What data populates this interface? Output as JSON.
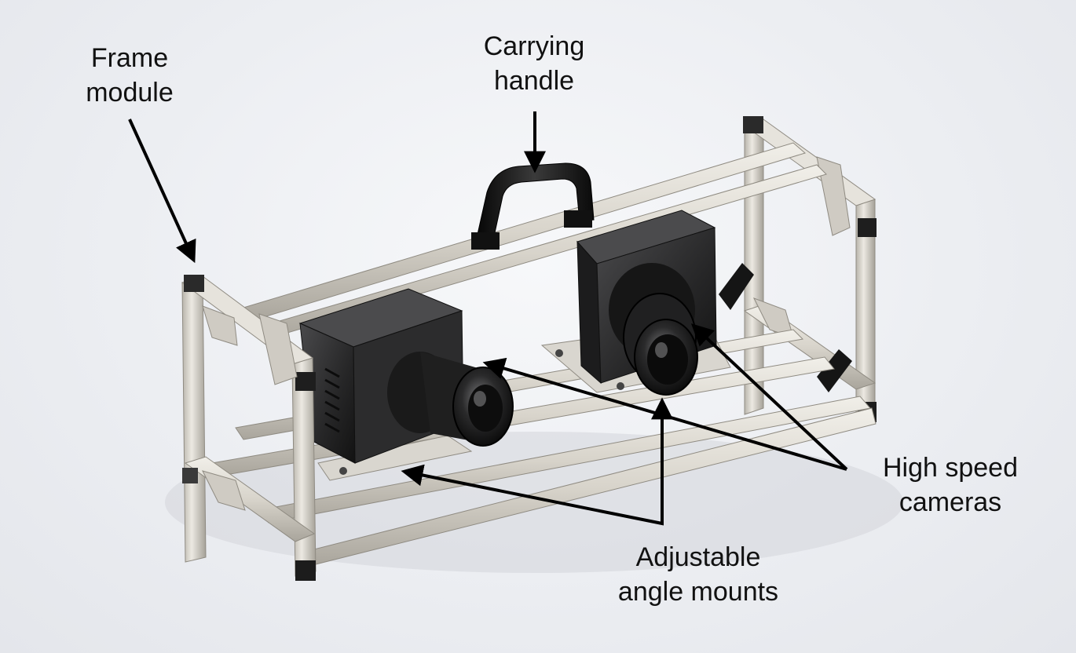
{
  "labels": {
    "frame_module": [
      "Frame",
      "module"
    ],
    "carrying_handle": [
      "Carrying",
      "handle"
    ],
    "high_speed_cameras": [
      "High speed",
      "cameras"
    ],
    "adjustable_angle_mounts": [
      "Adjustable",
      "angle mounts"
    ]
  },
  "colors": {
    "frame": "#dcd9d1",
    "frame_shadow": "#a8a49b",
    "camera_body": "#2b2b2c",
    "lens": "#151515",
    "arrow": "#000000",
    "background": "#eceef2"
  }
}
